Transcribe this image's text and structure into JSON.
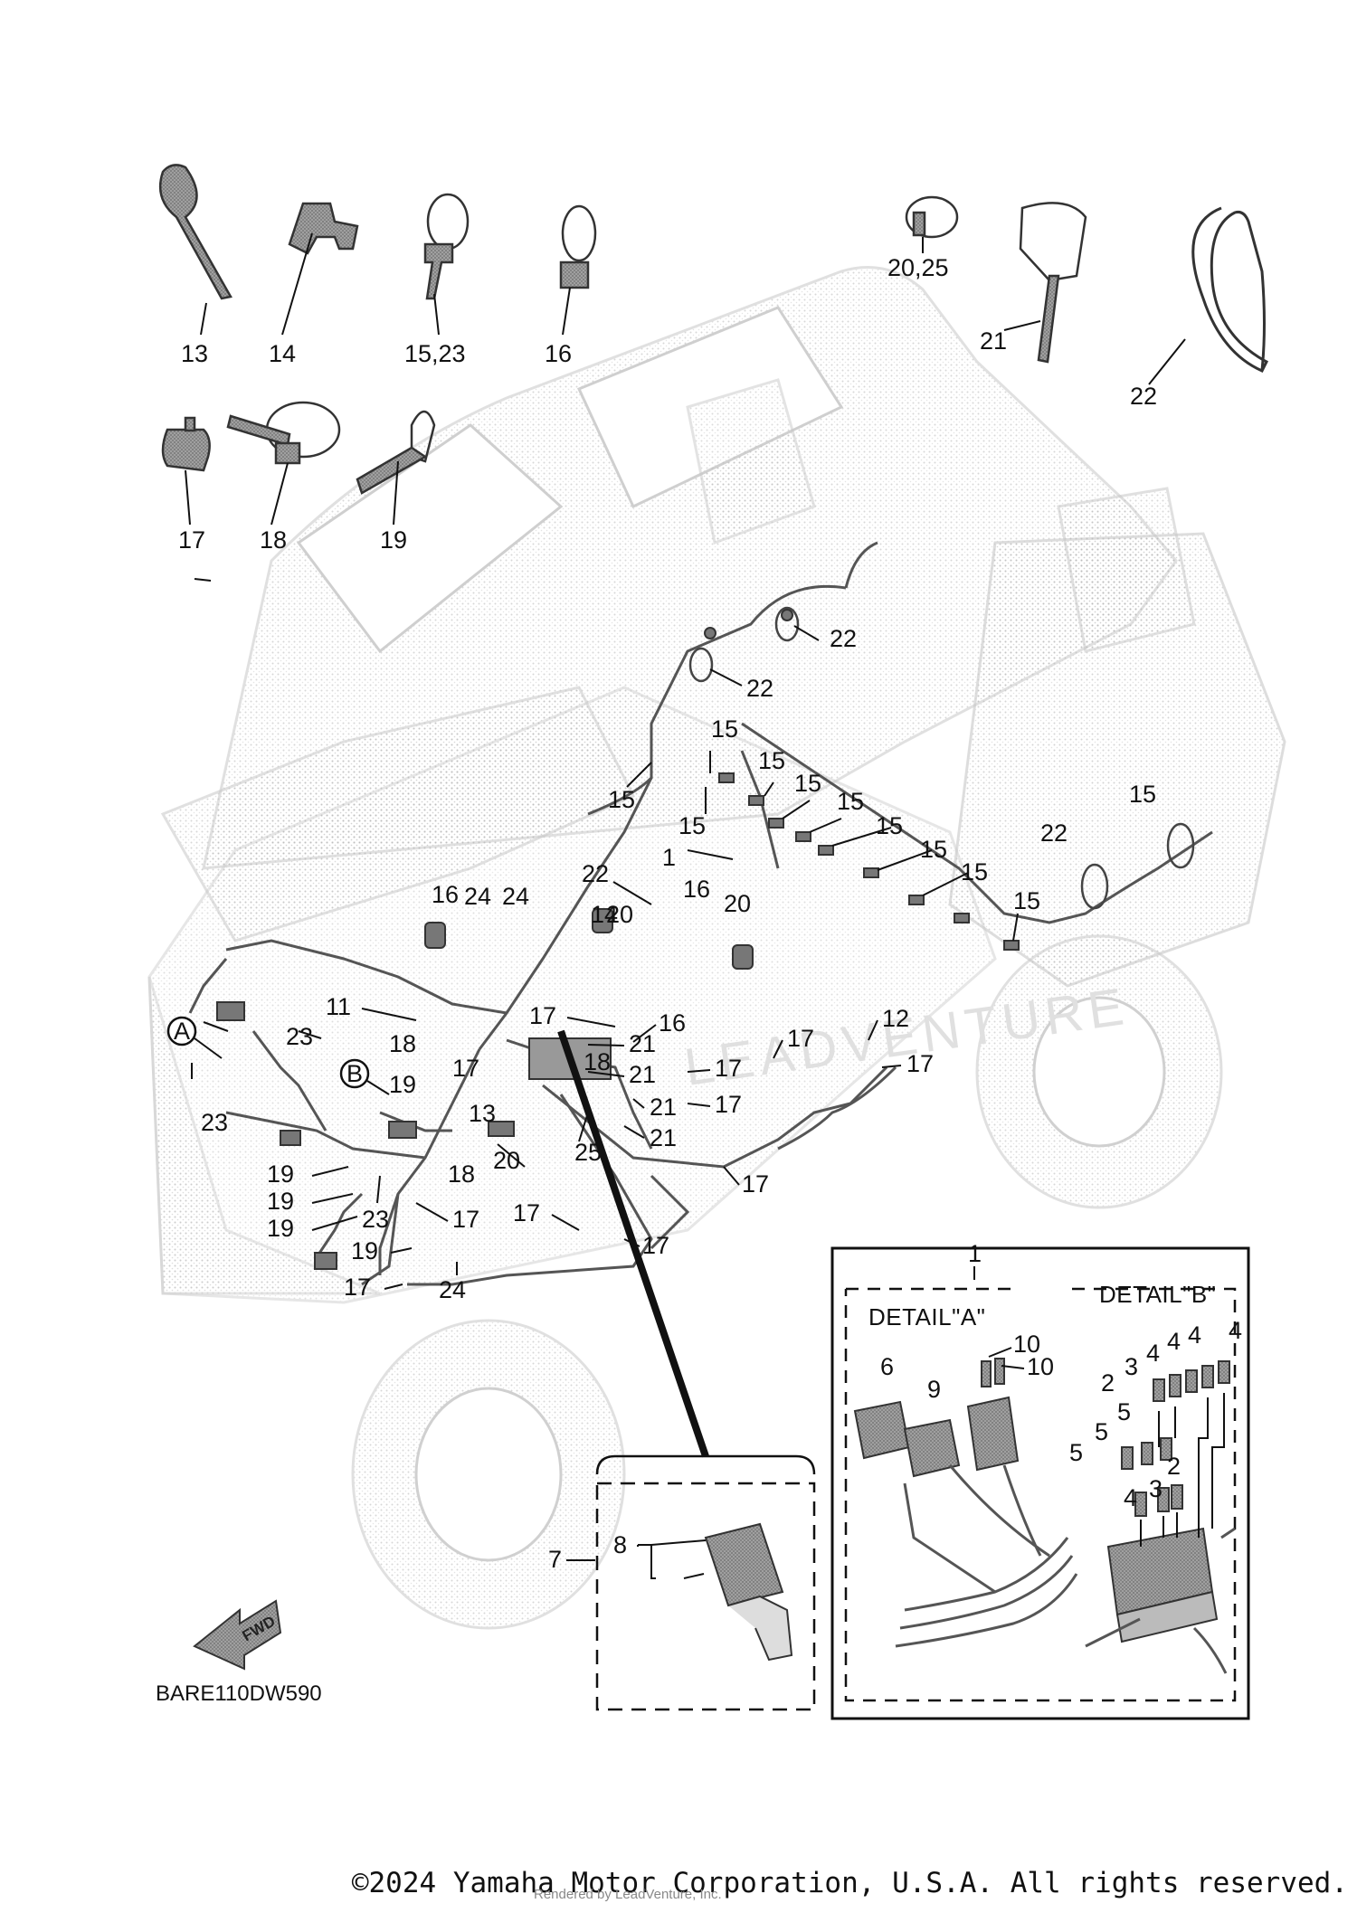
{
  "diagram": {
    "drawing_code": "BARE110DW590",
    "fwd_label": "FWD",
    "watermark_text": "LEADVENTURE",
    "detail_a_title": "DETAIL\"A\"",
    "detail_b_title": "DETAIL\"B\"",
    "circle_a": "A",
    "circle_b": "B",
    "legend_parts": [
      {
        "id": "13",
        "label": "13"
      },
      {
        "id": "14",
        "label": "14"
      },
      {
        "id": "15-23",
        "label": "15,23"
      },
      {
        "id": "16",
        "label": "16"
      },
      {
        "id": "20-25",
        "label": "20,25"
      },
      {
        "id": "21",
        "label": "21"
      },
      {
        "id": "22",
        "label": "22"
      },
      {
        "id": "17",
        "label": "17"
      },
      {
        "id": "18",
        "label": "18"
      },
      {
        "id": "19",
        "label": "19"
      }
    ],
    "callouts": [
      "22",
      "22",
      "15",
      "15",
      "15",
      "15",
      "15",
      "15",
      "15",
      "15",
      "15",
      "15",
      "15",
      "22",
      "22",
      "1",
      "16",
      "20",
      "20",
      "14",
      "16",
      "24",
      "24",
      "24",
      "11",
      "23",
      "23",
      "17",
      "16",
      "12",
      "18",
      "17",
      "21",
      "21",
      "17",
      "17",
      "18",
      "21",
      "13",
      "17",
      "19",
      "21",
      "25",
      "20",
      "17",
      "19",
      "18",
      "19",
      "23",
      "17",
      "19",
      "17",
      "17",
      "17",
      "19",
      "17",
      "1",
      "1",
      "6",
      "9",
      "10",
      "10",
      "4",
      "4",
      "4",
      "4",
      "3",
      "2",
      "5",
      "5",
      "5",
      "4",
      "3",
      "2",
      "7",
      "8"
    ]
  },
  "footer": {
    "copyright": "©2024 Yamaha Motor Corporation, U.S.A. All rights reserved.",
    "rendered_by": "Rendered by LeadVenture, Inc."
  }
}
